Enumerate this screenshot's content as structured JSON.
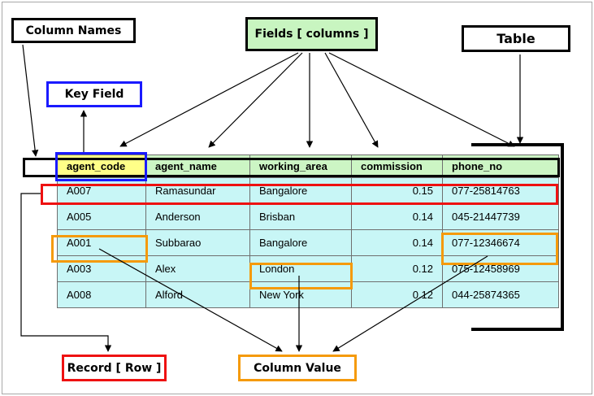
{
  "labels": {
    "column_names": "Column Names",
    "fields": "Fields [ columns ]",
    "table": "Table",
    "key_field": "Key Field",
    "record": "Record [ Row ]",
    "column_value": "Column Value"
  },
  "table": {
    "headers": [
      "agent_code",
      "agent_name",
      "working_area",
      "commission",
      "phone_no"
    ],
    "rows": [
      [
        "A007",
        "Ramasundar",
        "Bangalore",
        "0.15",
        "077-25814763"
      ],
      [
        "A005",
        "Anderson",
        "Brisban",
        "0.14",
        "045-21447739"
      ],
      [
        "A001",
        "Subbarao",
        "Bangalore",
        "0.14",
        "077-12346674"
      ],
      [
        "A003",
        "Alex",
        "London",
        "0.12",
        "075-12458969"
      ],
      [
        "A008",
        "Alford",
        "New York",
        "0.12",
        "044-25874365"
      ]
    ]
  },
  "colors": {
    "key_field": "#1a1aff",
    "record": "#ee1111",
    "column_value": "#f59a0a",
    "header_bg": "#ccf5c4",
    "key_header_bg": "#ffff88",
    "row_bg": "#c8f6f6"
  }
}
